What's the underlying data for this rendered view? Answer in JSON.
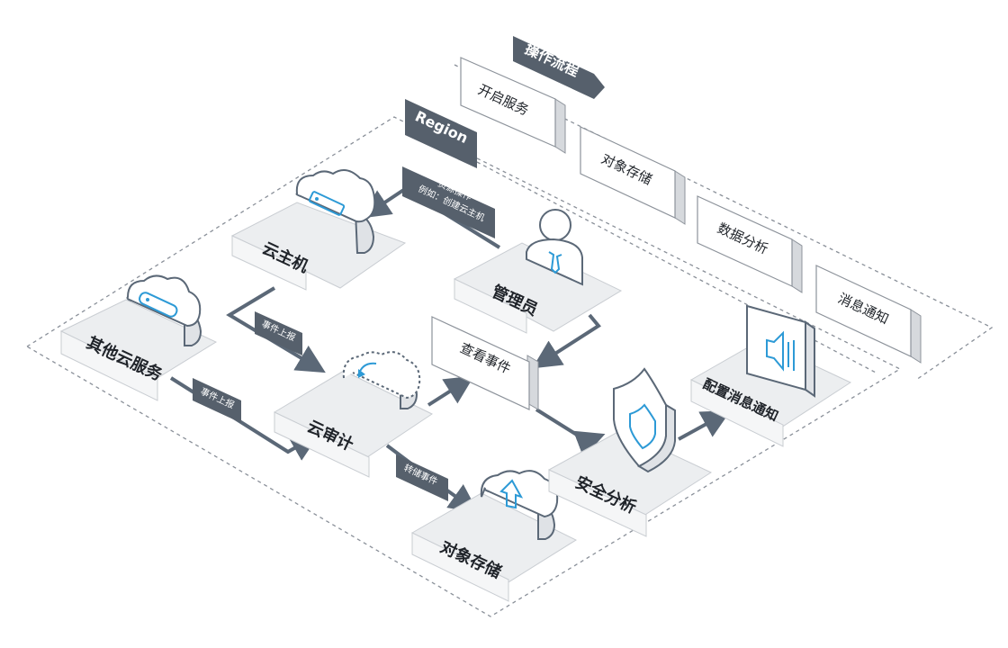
{
  "process_label": "操作流程",
  "region_label": "Region",
  "process_steps": [
    "开启服务",
    "对象存储",
    "数据分析",
    "消息通知"
  ],
  "nodes": {
    "cloud_host": "云主机",
    "admin": "管理员",
    "other_services": "其他云服务",
    "cloud_audit": "云审计",
    "view_events": "查看事件",
    "object_storage": "对象存储",
    "security_analysis": "安全分析",
    "config_notify": "配置消息通知"
  },
  "arrows": {
    "resource_op_line1": "资源操作",
    "resource_op_line2": "例如：创建云主机",
    "event_report_1": "事件上报",
    "event_report_2": "事件上报",
    "dump_events": "转储事件"
  },
  "colors": {
    "accent_blue": "#2d9ad6",
    "dark_slate": "#56606c",
    "flow_line": "#5b6877",
    "tile": "#eceef0"
  }
}
